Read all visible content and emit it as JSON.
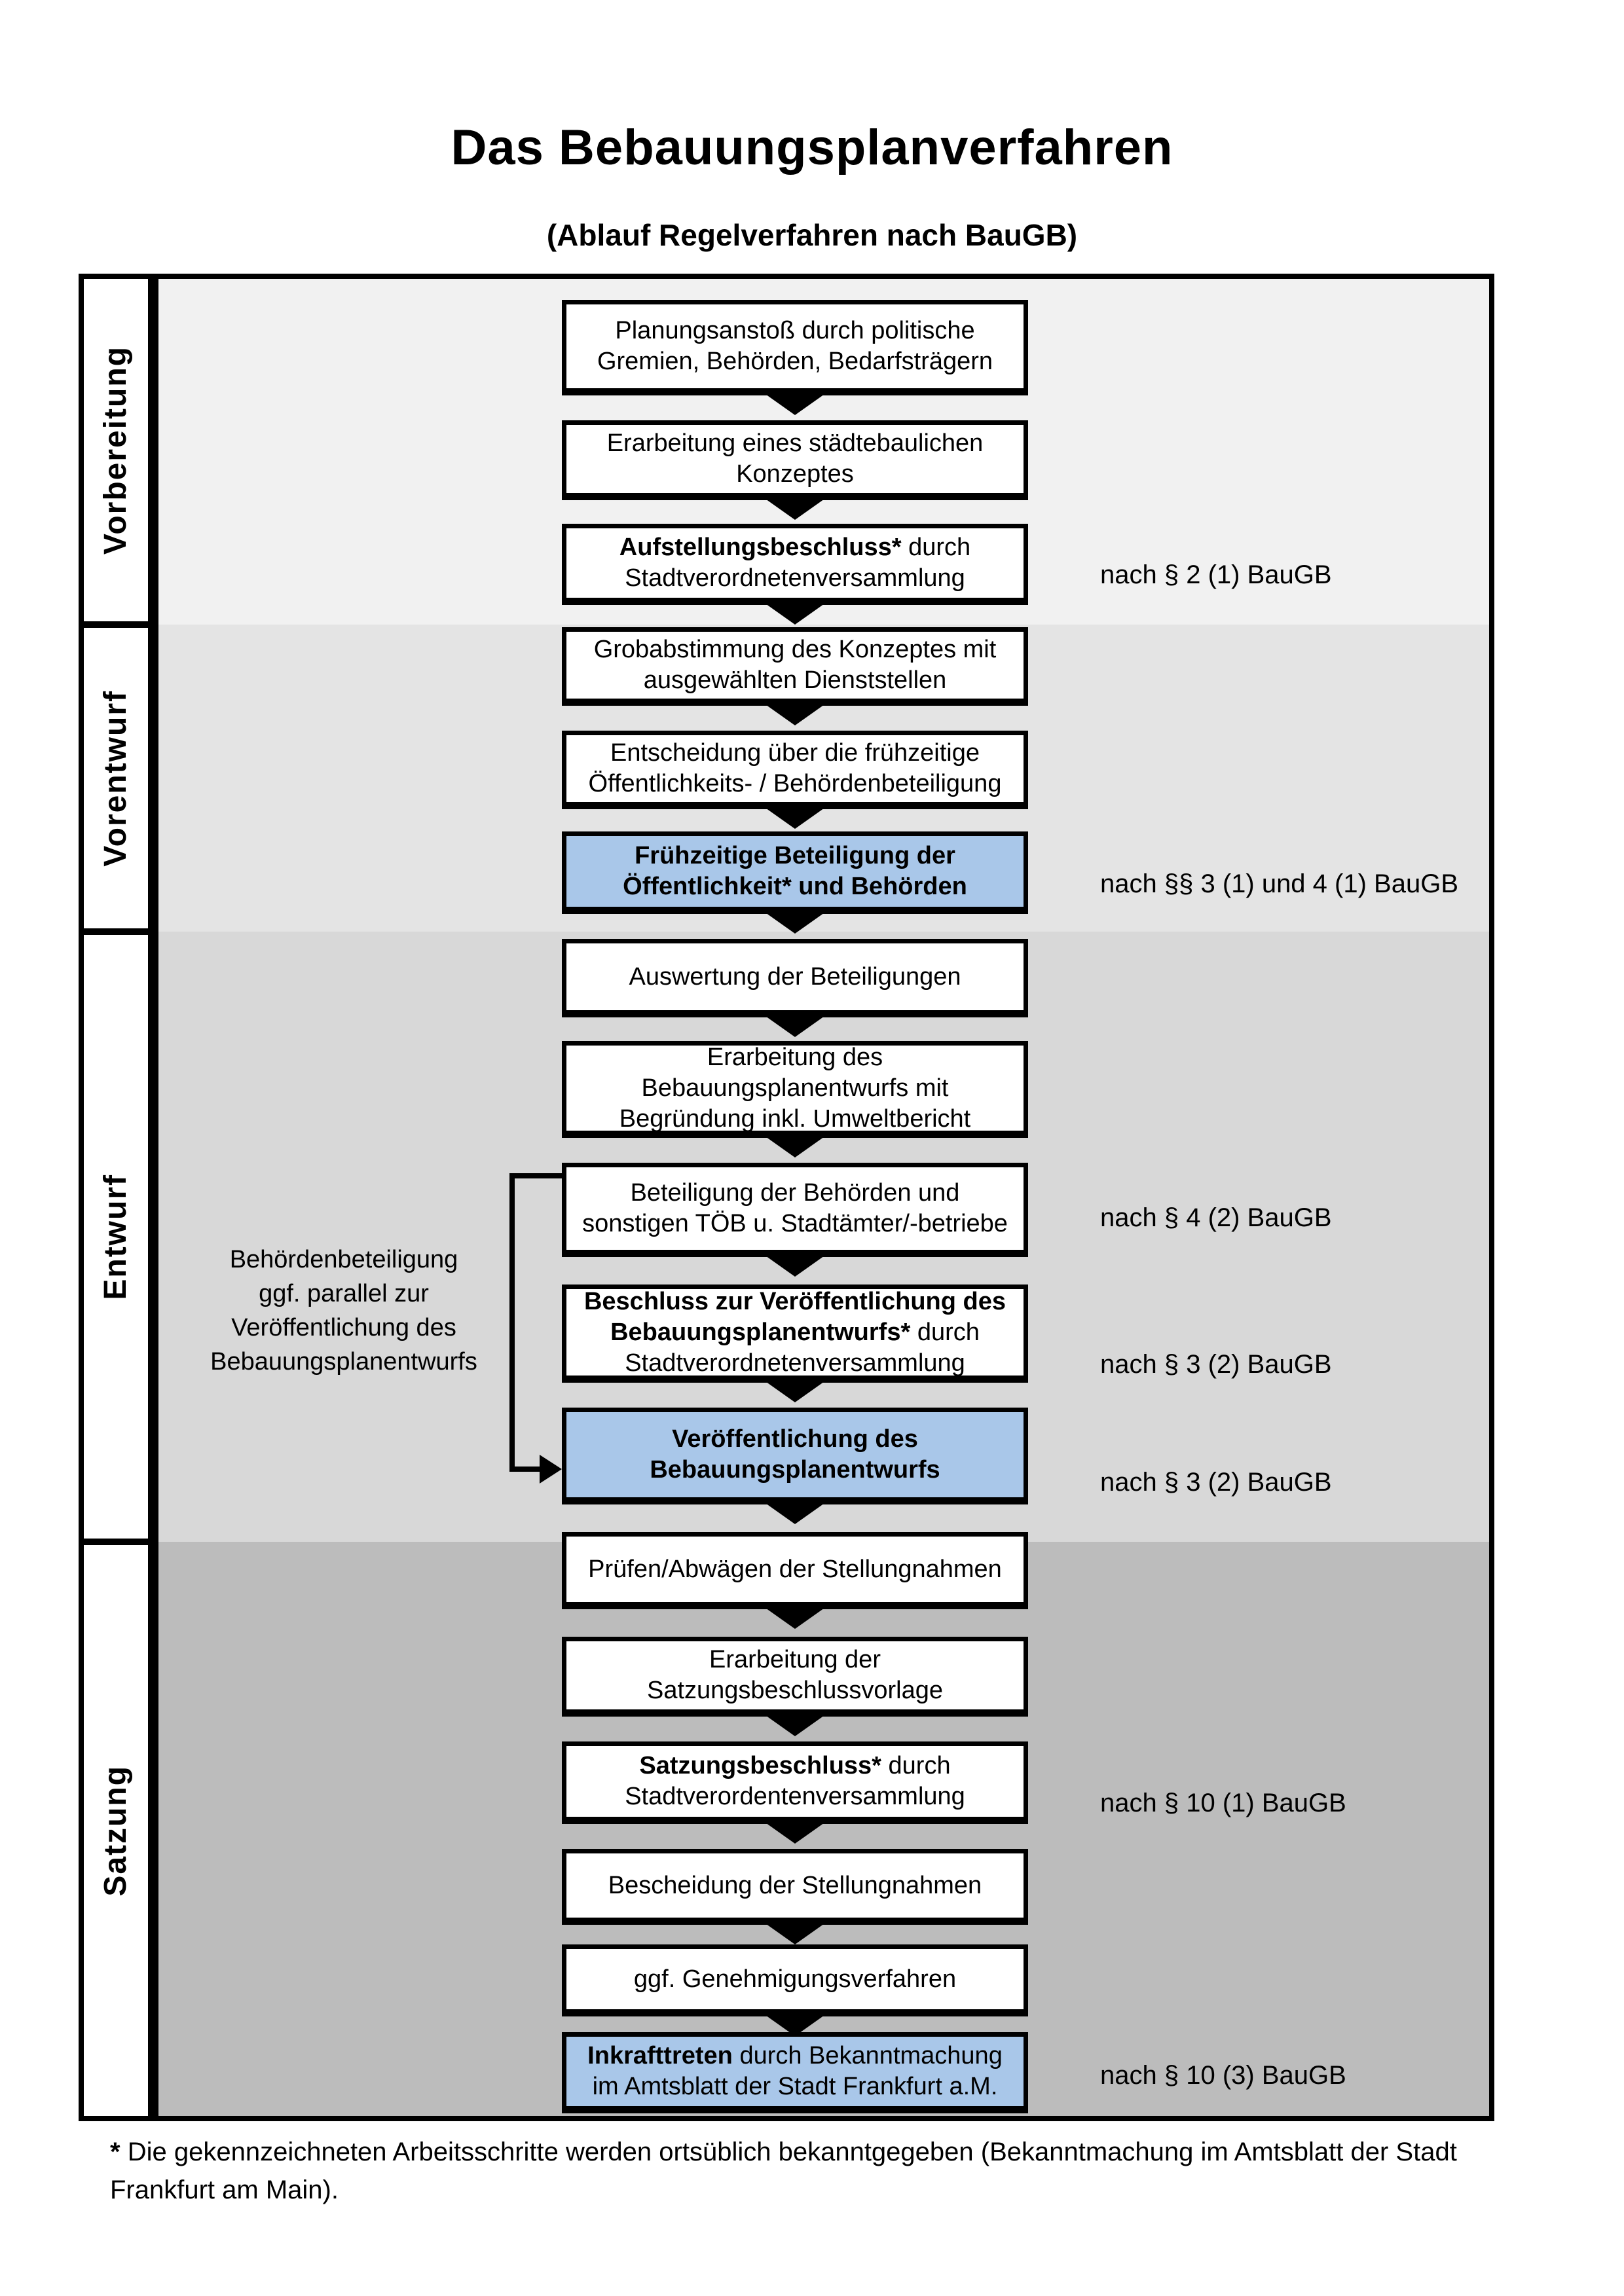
{
  "title": "Das Bebauungsplanverfahren",
  "subtitle": "(Ablauf Regelverfahren nach BauGB)",
  "colors": {
    "highlight_box": "#a9c7e9",
    "band_vorbereitung": "#f1f1f1",
    "band_vorentwurf": "#e4e4e4",
    "band_entwurf": "#d8d8d8",
    "band_satzung": "#bcbcbc",
    "box_border": "#000000"
  },
  "phases": [
    {
      "label": "Vorbereitung"
    },
    {
      "label": "Vorentwurf"
    },
    {
      "label": "Entwurf"
    },
    {
      "label": "Satzung"
    }
  ],
  "steps": [
    {
      "phase": "Vorbereitung",
      "highlighted": false,
      "lines": [
        {
          "t": "Planungsanstoß durch politische"
        },
        {
          "t": "Gremien, Behörden, Bedarfsträgern"
        }
      ],
      "note": null
    },
    {
      "phase": "Vorbereitung",
      "highlighted": false,
      "lines": [
        {
          "t": "Erarbeitung eines städtebaulichen"
        },
        {
          "t": "Konzeptes"
        }
      ],
      "note": null
    },
    {
      "phase": "Vorbereitung",
      "highlighted": false,
      "lines": [
        {
          "b": "Aufstellungsbeschluss*",
          "t": " durch"
        },
        {
          "t": "Stadtverordnetenversammlung"
        }
      ],
      "note": "nach § 2 (1) BauGB"
    },
    {
      "phase": "Vorentwurf",
      "highlighted": false,
      "lines": [
        {
          "t": "Grobabstimmung des Konzeptes mit"
        },
        {
          "t": "ausgewählten Dienststellen"
        }
      ],
      "note": null
    },
    {
      "phase": "Vorentwurf",
      "highlighted": false,
      "lines": [
        {
          "t": "Entscheidung über die frühzeitige"
        },
        {
          "t": "Öffentlichkeits- / Behördenbeteiligung"
        }
      ],
      "note": null
    },
    {
      "phase": "Vorentwurf",
      "highlighted": true,
      "lines": [
        {
          "b": "Frühzeitige Beteiligung der"
        },
        {
          "b": "Öffentlichkeit* und Behörden"
        }
      ],
      "note": "nach §§ 3 (1) und 4 (1) BauGB"
    },
    {
      "phase": "Entwurf",
      "highlighted": false,
      "lines": [
        {
          "t": "Auswertung der Beteiligungen"
        }
      ],
      "note": null
    },
    {
      "phase": "Entwurf",
      "highlighted": false,
      "lines": [
        {
          "t": "Erarbeitung des"
        },
        {
          "t": "Bebauungsplanentwurfs mit"
        },
        {
          "t": "Begründung inkl. Umweltbericht"
        }
      ],
      "note": null
    },
    {
      "phase": "Entwurf",
      "highlighted": false,
      "lines": [
        {
          "t": "Beteiligung der Behörden und"
        },
        {
          "t": "sonstigen TÖB u. Stadtämter/-betriebe"
        }
      ],
      "note": "nach § 4 (2) BauGB"
    },
    {
      "phase": "Entwurf",
      "highlighted": false,
      "lines": [
        {
          "b": "Beschluss zur Veröffentlichung des"
        },
        {
          "b": "Bebauungsplanentwurfs*",
          "t": " durch"
        },
        {
          "t": "Stadtverordnetenversammlung"
        }
      ],
      "note": "nach § 3 (2) BauGB"
    },
    {
      "phase": "Entwurf",
      "highlighted": true,
      "lines": [
        {
          "b": "Veröffentlichung des"
        },
        {
          "b": "Bebauungsplanentwurfs"
        }
      ],
      "note": "nach § 3 (2) BauGB"
    },
    {
      "phase": "Satzung",
      "highlighted": false,
      "lines": [
        {
          "t": "Prüfen/Abwägen der Stellungnahmen"
        }
      ],
      "note": null
    },
    {
      "phase": "Satzung",
      "highlighted": false,
      "lines": [
        {
          "t": "Erarbeitung der"
        },
        {
          "t": "Satzungsbeschlussvorlage"
        }
      ],
      "note": null
    },
    {
      "phase": "Satzung",
      "highlighted": false,
      "lines": [
        {
          "b": "Satzungsbeschluss*",
          "t": " durch"
        },
        {
          "t": "Stadtverordentenversammlung"
        }
      ],
      "note": "nach § 10 (1) BauGB"
    },
    {
      "phase": "Satzung",
      "highlighted": false,
      "lines": [
        {
          "t": "Bescheidung der Stellungnahmen"
        }
      ],
      "note": null
    },
    {
      "phase": "Satzung",
      "highlighted": false,
      "lines": [
        {
          "t": "ggf. Genehmigungsverfahren"
        }
      ],
      "note": null
    },
    {
      "phase": "Satzung",
      "highlighted": true,
      "lines": [
        {
          "b": "Inkrafttreten",
          "t": " durch Bekanntmachung"
        },
        {
          "t": "im Amtsblatt der Stadt Frankfurt a.M."
        }
      ],
      "note": "nach § 10 (3) BauGB"
    }
  ],
  "side_note": {
    "lines": [
      "Behördenbeteiligung",
      "ggf. parallel zur",
      "Veröffentlichung des",
      "Bebauungsplanentwurfs"
    ]
  },
  "footnote": {
    "marker": "*",
    "text": "Die gekennzeichneten Arbeitsschritte werden ortsüblich bekanntgegeben (Bekanntmachung im Amtsblatt  der Stadt Frankfurt am Main)."
  }
}
